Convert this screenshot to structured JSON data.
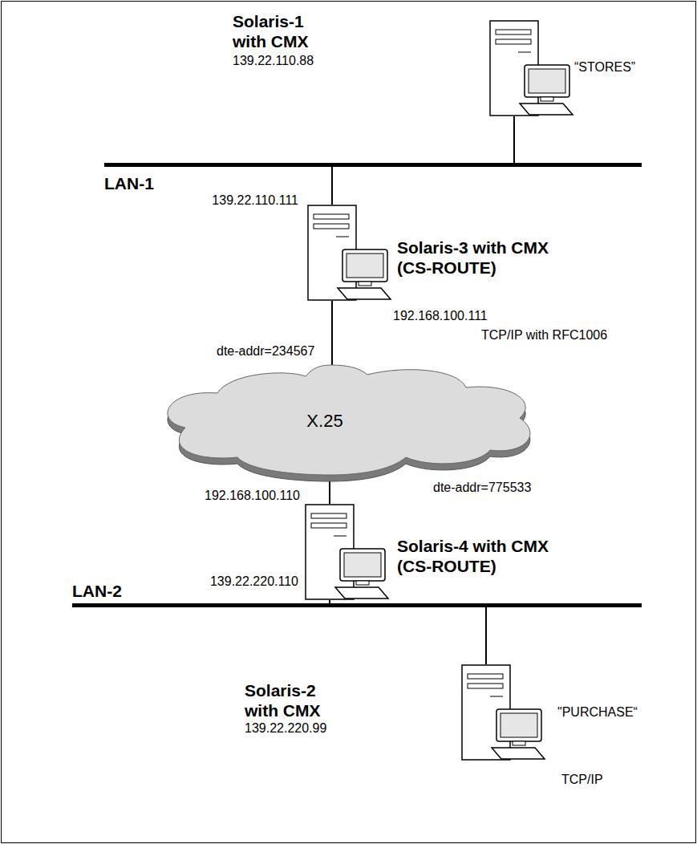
{
  "diagram": {
    "nodes": [
      {
        "text": [
          "Solaris-1 with CMX",
          "139.22.110.88",
          "“STORES”"
        ]
      },
      {
        "text": [
          "LAN-1"
        ]
      },
      {
        "text": [
          "Solaris-3 with CMX (CS-ROUTE)",
          "139.22.110.111",
          "192.168.100.111"
        ]
      },
      {
        "text": [
          "X.25"
        ]
      },
      {
        "text": [
          "192.168.100.110",
          "Solaris-4 with CMX (CS-ROUTE)",
          "139.22.220.110"
        ]
      },
      {
        "text": [
          "LAN-2"
        ]
      },
      {
        "text": [
          "Solaris-2 with CMX",
          "139.22.220.99",
          "\"PURCHASE“"
        ]
      }
    ],
    "edges": [
      {
        "from": 0,
        "to": 1,
        "arrow": "none"
      },
      {
        "from": 1,
        "to": 2,
        "arrow": "none"
      },
      {
        "from": 2,
        "to": 3,
        "arrow": "none"
      },
      {
        "from": 3,
        "to": 4,
        "arrow": "none"
      },
      {
        "from": 4,
        "to": 5,
        "arrow": "none"
      },
      {
        "from": 5,
        "to": 6,
        "arrow": "none"
      }
    ],
    "labels": [
      "TCP/IP with RFC1006",
      "dte-addr=234567",
      "dte-addr=775533",
      "TCP/IP"
    ]
  }
}
